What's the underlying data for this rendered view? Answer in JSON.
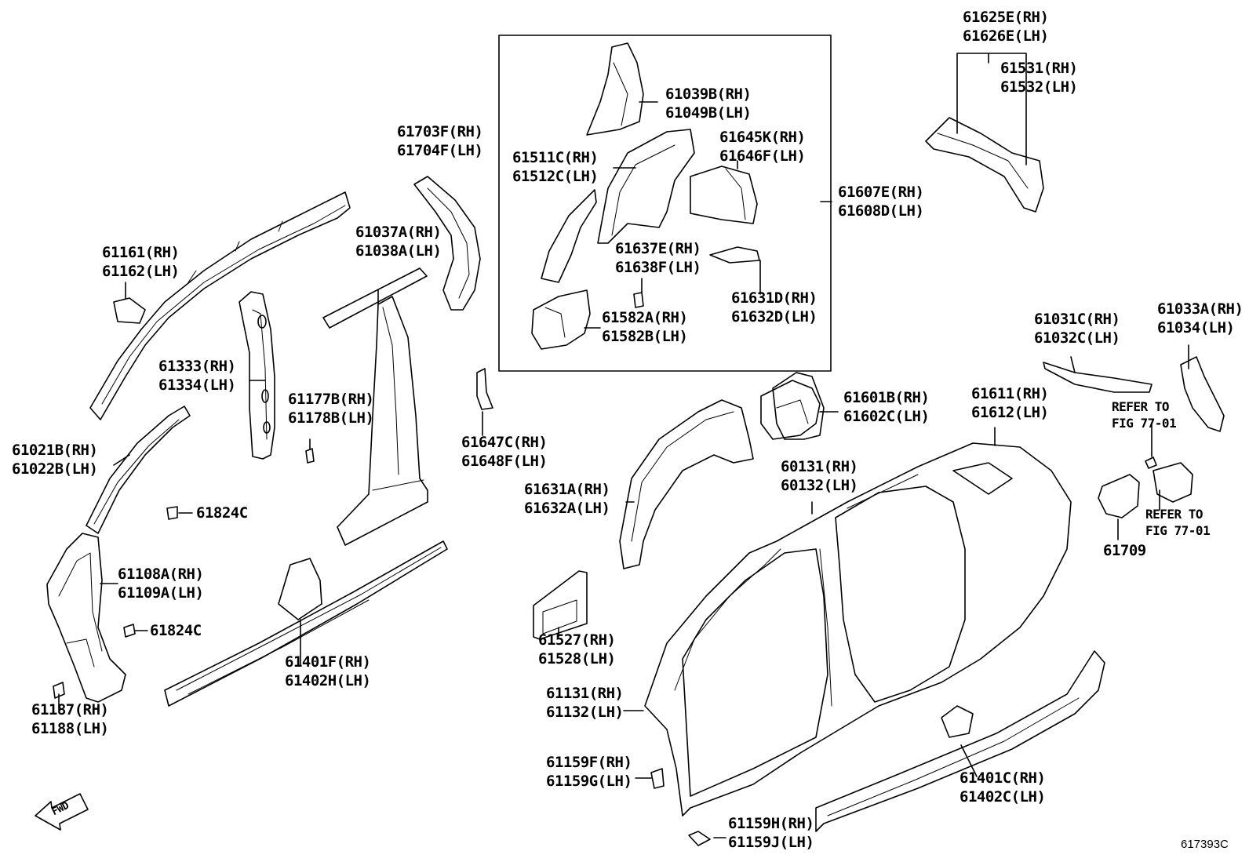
{
  "callouts": {
    "c61625E": [
      "61625E(RH)",
      "61626E(LH)"
    ],
    "c61531": [
      "61531(RH)",
      "61532(LH)"
    ],
    "c61039B": [
      "61039B(RH)",
      "61049B(LH)"
    ],
    "c61645K": [
      "61645K(RH)",
      "61646F(LH)"
    ],
    "c61511C": [
      "61511C(RH)",
      "61512C(LH)"
    ],
    "c61703F": [
      "61703F(RH)",
      "61704F(LH)"
    ],
    "c61607E": [
      "61607E(RH)",
      "61608D(LH)"
    ],
    "c61637E": [
      "61637E(RH)",
      "61638F(LH)"
    ],
    "c61631D": [
      "61631D(RH)",
      "61632D(LH)"
    ],
    "c61582A": [
      "61582A(RH)",
      "61582B(LH)"
    ],
    "c61161": [
      "61161(RH)",
      "61162(LH)"
    ],
    "c61037A": [
      "61037A(RH)",
      "61038A(LH)"
    ],
    "c61333": [
      "61333(RH)",
      "61334(LH)"
    ],
    "c61177B": [
      "61177B(RH)",
      "61178B(LH)"
    ],
    "c61647C": [
      "61647C(RH)",
      "61648F(LH)"
    ],
    "c61031C": [
      "61031C(RH)",
      "61032C(LH)"
    ],
    "c61033A": [
      "61033A(RH)",
      "61034(LH)"
    ],
    "c61601B": [
      "61601B(RH)",
      "61602C(LH)"
    ],
    "c61611": [
      "61611(RH)",
      "61612(LH)"
    ],
    "c61021B": [
      "61021B(RH)",
      "61022B(LH)"
    ],
    "c61824C_1": [
      "61824C"
    ],
    "c60131": [
      "60131(RH)",
      "60132(LH)"
    ],
    "c61631A": [
      "61631A(RH)",
      "61632A(LH)"
    ],
    "c61108A": [
      "61108A(RH)",
      "61109A(LH)"
    ],
    "c61824C_2": [
      "61824C"
    ],
    "c61709": [
      "61709"
    ],
    "c61527": [
      "61527(RH)",
      "61528(LH)"
    ],
    "c61401F": [
      "61401F(RH)",
      "61402H(LH)"
    ],
    "c61187": [
      "61187(RH)",
      "61188(LH)"
    ],
    "c61131": [
      "61131(RH)",
      "61132(LH)"
    ],
    "c61159F": [
      "61159F(RH)",
      "61159G(LH)"
    ],
    "c61401C": [
      "61401C(RH)",
      "61402C(LH)"
    ],
    "c61159H": [
      "61159H(RH)",
      "61159J(LH)"
    ],
    "refer1": [
      "REFER TO",
      "FIG 77-01"
    ],
    "refer2": [
      "REFER TO",
      "FIG 77-01"
    ]
  },
  "fwd_label": "FWD",
  "diagram_code": "617393C"
}
